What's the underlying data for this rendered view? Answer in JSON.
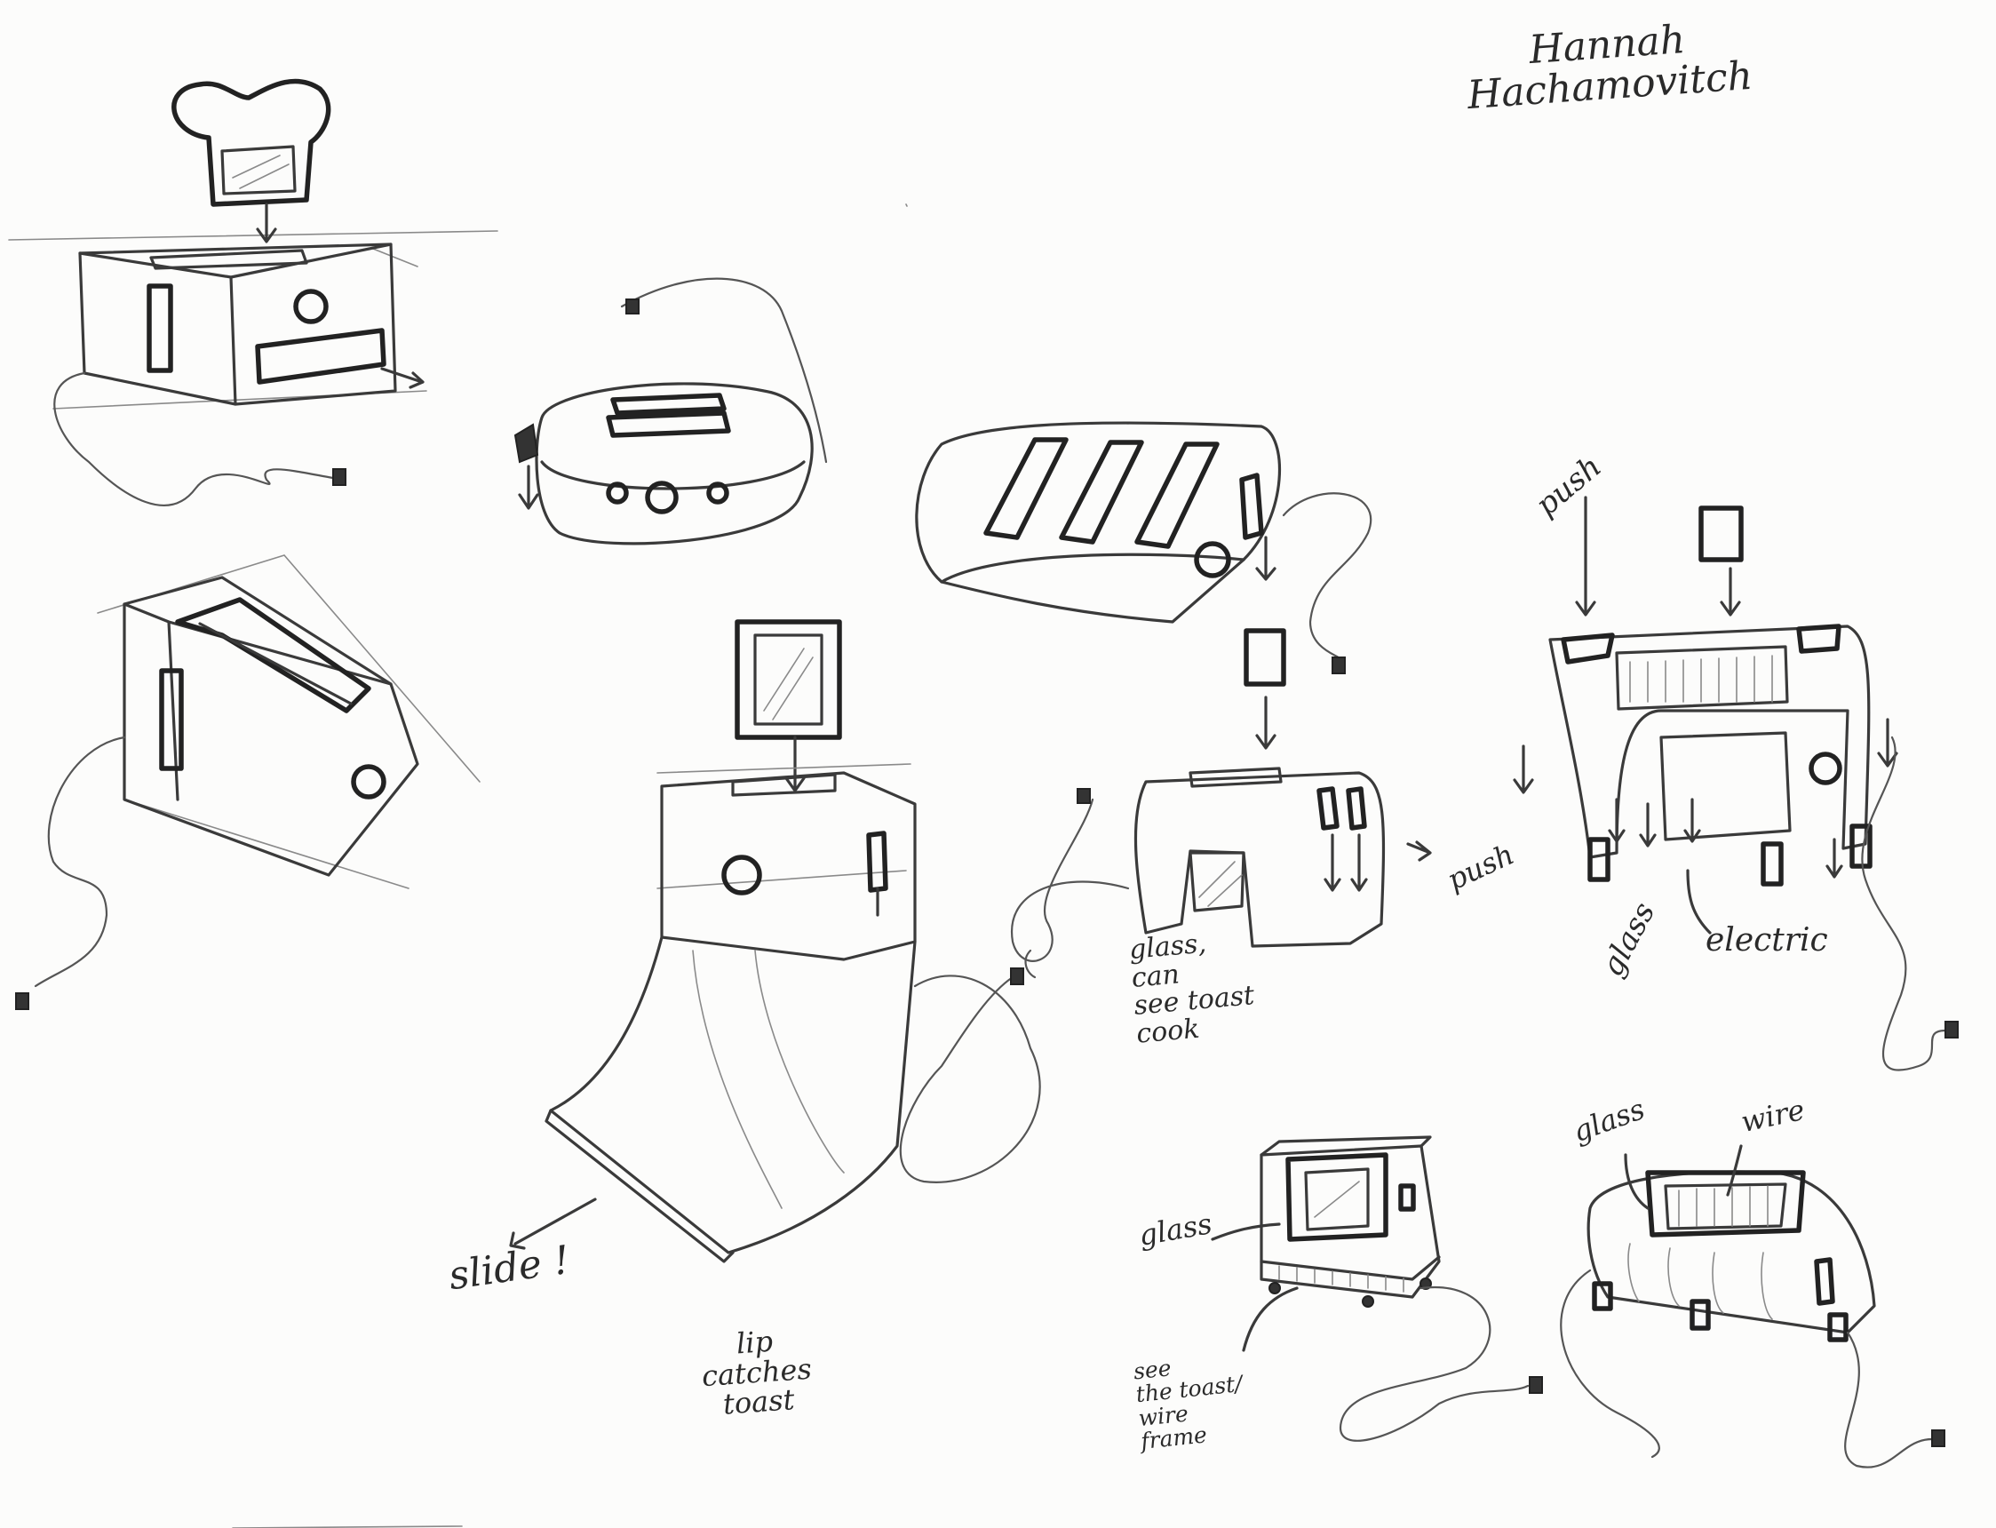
{
  "signature": "Hannah\nHachamovitch",
  "labels": {
    "slide": "slide !",
    "lip": "lip\ncatches\ntoast",
    "glass_see": "glass,\ncan\nsee toast\ncook",
    "push_right": "push",
    "push_top": "push",
    "glass_frame": "glass",
    "electric": "electric",
    "glass_small": "glass",
    "see_toast": "see\nthe toast/\nwire\nframe",
    "glass_round": "glass",
    "wire": "wire"
  },
  "colors": {
    "paper": "#fcfcfb",
    "ink": "#3a3a3a",
    "guide": "#8a8a8a"
  }
}
